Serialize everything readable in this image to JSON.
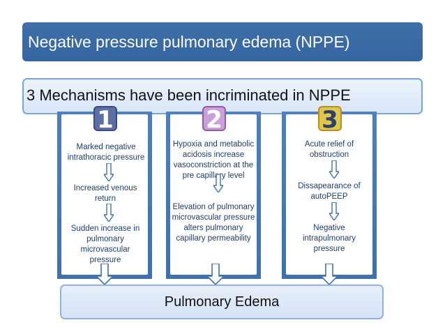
{
  "title": "Negative pressure pulmonary edema (NPPE)",
  "subtitle": "3 Mechanisms have been incriminated in NPPE",
  "badges": [
    "1",
    "2",
    "3"
  ],
  "columns": [
    {
      "steps": [
        "Marked negative intrathoracic pressure",
        "Increased venous return",
        "Sudden increase in pulmonary microvascular pressure"
      ]
    },
    {
      "steps": [
        "Hypoxia and metabolic acidosis increase vasoconstriction at the pre capillary level",
        "Elevation of pulmonary microvascular pressure alters pulmonary capillary permeability"
      ]
    },
    {
      "steps": [
        "Acute relief of obstruction",
        "Dissapearance of autoPEEP",
        "Negative intrapulmonary pressure"
      ]
    }
  ],
  "result": "Pulmonary Edema",
  "colors": {
    "title_bg": "#3566a1",
    "column_bg": "#4478b6",
    "text_blue": "#1f3e6b",
    "badge_1": "#5e6fa8",
    "badge_2": "#c9a0d8",
    "badge_3": "#e0c64a"
  }
}
